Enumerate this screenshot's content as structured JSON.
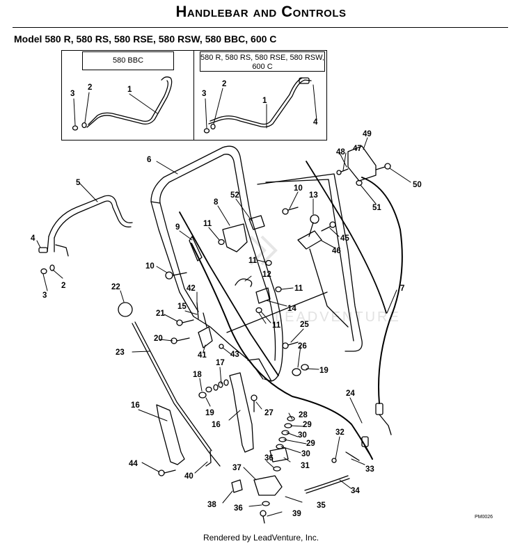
{
  "title": "Handlebar and Controls",
  "model_line": {
    "prefix": "Model",
    "models": "580 R, 580 RS, 580 RSE, 580 RSW, 580 BBC, 600 C"
  },
  "inset": {
    "left_label": "580 BBC",
    "right_label": "580 R, 580 RS, 580 RSE, 580 RSW, 600 C"
  },
  "callouts": [
    {
      "id": "c3a",
      "text": "3"
    },
    {
      "id": "c2a",
      "text": "2"
    },
    {
      "id": "c1a",
      "text": "1"
    },
    {
      "id": "c3b",
      "text": "3"
    },
    {
      "id": "c2b",
      "text": "2"
    },
    {
      "id": "c1b",
      "text": "1"
    },
    {
      "id": "c4b",
      "text": "4"
    },
    {
      "id": "c49",
      "text": "49"
    },
    {
      "id": "c48",
      "text": "48"
    },
    {
      "id": "c47",
      "text": "47"
    },
    {
      "id": "c50",
      "text": "50"
    },
    {
      "id": "c51",
      "text": "51"
    },
    {
      "id": "c6",
      "text": "6"
    },
    {
      "id": "c5",
      "text": "5"
    },
    {
      "id": "c10a",
      "text": "10"
    },
    {
      "id": "c13",
      "text": "13"
    },
    {
      "id": "c52",
      "text": "52"
    },
    {
      "id": "c8",
      "text": "8"
    },
    {
      "id": "c9",
      "text": "9"
    },
    {
      "id": "c11a",
      "text": "11"
    },
    {
      "id": "c4",
      "text": "4"
    },
    {
      "id": "c2",
      "text": "2"
    },
    {
      "id": "c3",
      "text": "3"
    },
    {
      "id": "c45",
      "text": "45"
    },
    {
      "id": "c46",
      "text": "46"
    },
    {
      "id": "c10b",
      "text": "10"
    },
    {
      "id": "c11b",
      "text": "11"
    },
    {
      "id": "c12",
      "text": "12"
    },
    {
      "id": "c7",
      "text": "7"
    },
    {
      "id": "c22",
      "text": "22"
    },
    {
      "id": "c42",
      "text": "42"
    },
    {
      "id": "c11c",
      "text": "11"
    },
    {
      "id": "c15",
      "text": "15"
    },
    {
      "id": "c14",
      "text": "14"
    },
    {
      "id": "c21",
      "text": "21"
    },
    {
      "id": "c11d",
      "text": "11"
    },
    {
      "id": "c25",
      "text": "25"
    },
    {
      "id": "c20",
      "text": "20"
    },
    {
      "id": "c23",
      "text": "23"
    },
    {
      "id": "c41",
      "text": "41"
    },
    {
      "id": "c43",
      "text": "43"
    },
    {
      "id": "c26",
      "text": "26"
    },
    {
      "id": "c17",
      "text": "17"
    },
    {
      "id": "c19a",
      "text": "19"
    },
    {
      "id": "c18",
      "text": "18"
    },
    {
      "id": "c24",
      "text": "24"
    },
    {
      "id": "c16a",
      "text": "16"
    },
    {
      "id": "c19b",
      "text": "19"
    },
    {
      "id": "c27",
      "text": "27"
    },
    {
      "id": "c28",
      "text": "28"
    },
    {
      "id": "c16b",
      "text": "16"
    },
    {
      "id": "c29a",
      "text": "29"
    },
    {
      "id": "c30a",
      "text": "30"
    },
    {
      "id": "c32",
      "text": "32"
    },
    {
      "id": "c29b",
      "text": "29"
    },
    {
      "id": "c30b",
      "text": "30"
    },
    {
      "id": "c44",
      "text": "44"
    },
    {
      "id": "c36a",
      "text": "36"
    },
    {
      "id": "c31",
      "text": "31"
    },
    {
      "id": "c33",
      "text": "33"
    },
    {
      "id": "c40",
      "text": "40"
    },
    {
      "id": "c37",
      "text": "37"
    },
    {
      "id": "c34",
      "text": "34"
    },
    {
      "id": "c38",
      "text": "38"
    },
    {
      "id": "c36b",
      "text": "36"
    },
    {
      "id": "c35",
      "text": "35"
    },
    {
      "id": "c39",
      "text": "39"
    }
  ],
  "watermark": "LEADVENTURE",
  "drawing_code": "PM0026",
  "footer": "Rendered by LeadVenture, Inc."
}
